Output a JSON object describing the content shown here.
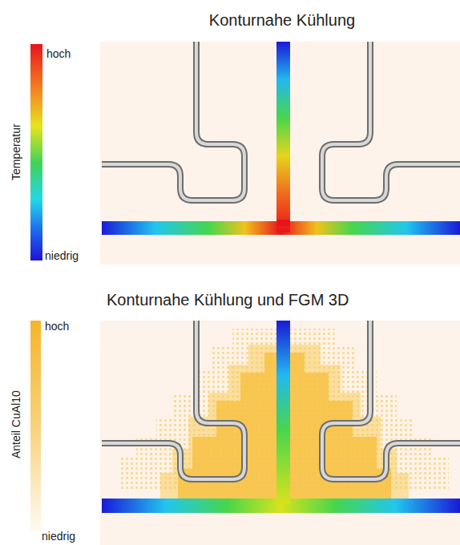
{
  "diagram": {
    "labels": [
      "Konturnahe Kühlung",
      "hoch",
      "Temperatur",
      "niedrig",
      "Konturnahe Kühlung und FGM 3D",
      "hoch",
      "Anteil CuAl10",
      "niedrig"
    ]
  }
}
